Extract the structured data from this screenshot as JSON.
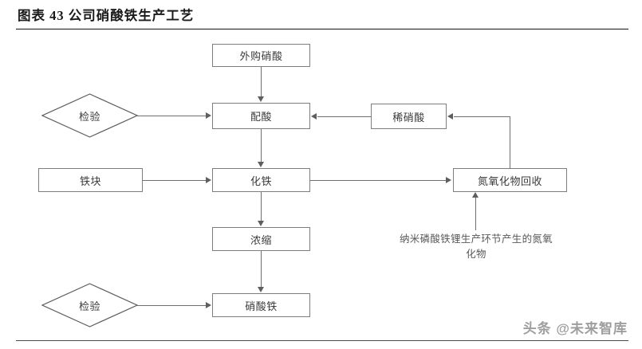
{
  "header": {
    "title": "图表 43 公司硝酸铁生产工艺"
  },
  "diagram": {
    "type": "flowchart",
    "nodes": [
      {
        "id": "external_nitric_acid",
        "label": "外购硝酸",
        "shape": "rect"
      },
      {
        "id": "inspection_top",
        "label": "检验",
        "shape": "diamond"
      },
      {
        "id": "acid_mixing",
        "label": "配酸",
        "shape": "rect"
      },
      {
        "id": "dilute_nitric_acid",
        "label": "稀硝酸",
        "shape": "rect"
      },
      {
        "id": "iron_block",
        "label": "铁块",
        "shape": "rect"
      },
      {
        "id": "iron_dissolution",
        "label": "化铁",
        "shape": "rect"
      },
      {
        "id": "nox_recovery",
        "label": "氮氧化物回收",
        "shape": "rect"
      },
      {
        "id": "concentration",
        "label": "浓缩",
        "shape": "rect"
      },
      {
        "id": "inspection_bottom",
        "label": "检验",
        "shape": "diamond"
      },
      {
        "id": "ferric_nitrate",
        "label": "硝酸铁",
        "shape": "rect"
      }
    ],
    "edges": [
      {
        "from": "external_nitric_acid",
        "to": "acid_mixing"
      },
      {
        "from": "inspection_top",
        "to": "acid_mixing"
      },
      {
        "from": "dilute_nitric_acid",
        "to": "acid_mixing"
      },
      {
        "from": "acid_mixing",
        "to": "iron_dissolution"
      },
      {
        "from": "iron_block",
        "to": "iron_dissolution"
      },
      {
        "from": "iron_dissolution",
        "to": "nox_recovery"
      },
      {
        "from": "nox_recovery",
        "to": "dilute_nitric_acid"
      },
      {
        "from": "iron_dissolution",
        "to": "concentration"
      },
      {
        "from": "concentration",
        "to": "ferric_nitrate"
      },
      {
        "from": "inspection_bottom",
        "to": "ferric_nitrate"
      },
      {
        "from": "nox_source",
        "to": "nox_recovery"
      }
    ],
    "annotation": {
      "line1": "纳米磷酸铁锂生产环节产生的氮氧",
      "line2": "化物"
    }
  },
  "watermark": {
    "text": "头条 @未来智库"
  }
}
